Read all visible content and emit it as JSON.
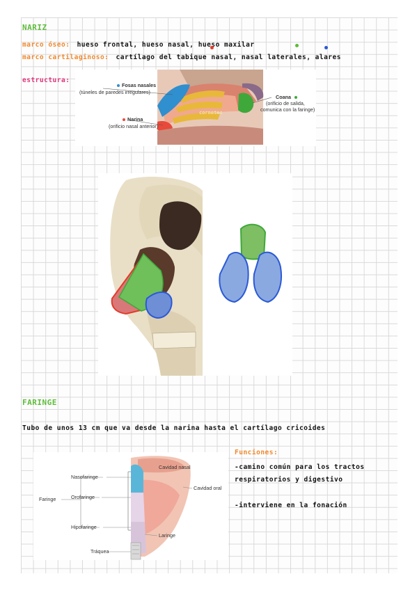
{
  "notes": {
    "title": "NARIZ",
    "bone_label": "marco óseo:",
    "bone_text": "hueso frontal, hueso nasal, hueso maxilar",
    "cart_label": "marco cartilaginoso:",
    "cart_text": "cartílago del tabique nasal, nasal laterales, alares",
    "structure_label": "estructura:",
    "pharynx_title": "FARINGE",
    "pharynx_desc": "Tubo de unos 13 cm que va desde la narina hasta el cartílago cricoides",
    "functions_label": "Funciones:",
    "function_1a": "-camino común para los tractos",
    "function_1b": "respiratorios y digestivo",
    "function_2": "-interviene en la fonación"
  },
  "nose_figure": {
    "fosas_title": "Fosas nasales",
    "fosas_desc": "(túneles de paredes irregulares)",
    "narina_title": "Narina",
    "narina_desc": "(orificio nasal anterior)",
    "coana_title": "Coana",
    "coana_desc_1": "(orificio de salida,",
    "coana_desc_2": "comunica con la faringe)",
    "cornetes": "cornetes"
  },
  "pharynx_figure": {
    "faringe": "Faringe",
    "nasofaringe": "Nasofaringe",
    "orofaringe": "Orofaringe",
    "hipofaringe": "Hipofaringe",
    "traquea": "Tráquea",
    "cavidad_nasal": "Cavidad nasal",
    "cavidad_oral": "Cavidad oral",
    "laringe": "Laringe"
  },
  "colors": {
    "green": "#5dbb3a",
    "orange": "#f0882c",
    "pink": "#e0347a",
    "blue": "#2b59d6",
    "red": "#e33a2a"
  }
}
